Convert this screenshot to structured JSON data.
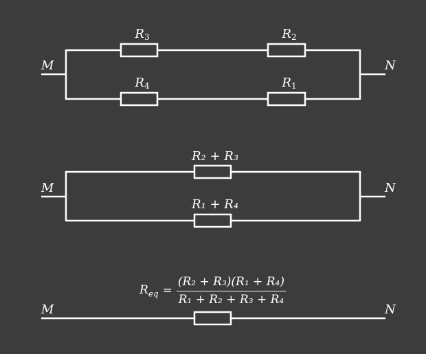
{
  "diagram1": {
    "node_left": "M",
    "node_right": "N",
    "resistors": {
      "top_left": {
        "sym": "R",
        "sub": "3"
      },
      "top_right": {
        "sym": "R",
        "sub": "2"
      },
      "bottom_left": {
        "sym": "R",
        "sub": "4"
      },
      "bottom_right": {
        "sym": "R",
        "sub": "1"
      }
    }
  },
  "diagram2": {
    "node_left": "M",
    "node_right": "N",
    "top_label": "R₂ + R₃",
    "bottom_label": "R₁ + R₄"
  },
  "diagram3": {
    "node_left": "M",
    "node_right": "N",
    "formula": {
      "lhs_sym": "R",
      "lhs_sub": "eq",
      "equals": "=",
      "numerator": "(R₂ + R₃)(R₁ + R₄)",
      "denominator": "R₁ + R₂ + R₃ + R₄"
    }
  },
  "colors": {
    "background": "#3c3c3c",
    "wire": "#ffffff"
  }
}
